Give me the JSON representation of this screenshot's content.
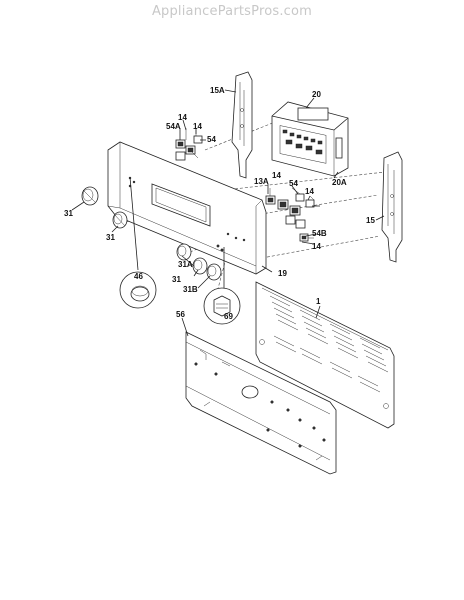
{
  "site": {
    "watermark": "AppliancePartsPros.com"
  },
  "diagram": {
    "callouts": {
      "p15A": "15A",
      "p20": "20",
      "p20A": "20A",
      "p14_a": "14",
      "p54A": "54A",
      "p14_b": "14",
      "p54_a": "54",
      "p13A": "13A",
      "p14_c": "14",
      "p54_b": "54",
      "p14_d": "14",
      "p15": "15",
      "p54B": "54B",
      "p14_e": "14",
      "p31_a": "31",
      "p31_b": "31",
      "p19": "19",
      "p46": "46",
      "p31A": "31A",
      "p31": "31",
      "p31B": "31B",
      "p69": "69",
      "p1": "1",
      "p56": "56"
    }
  }
}
